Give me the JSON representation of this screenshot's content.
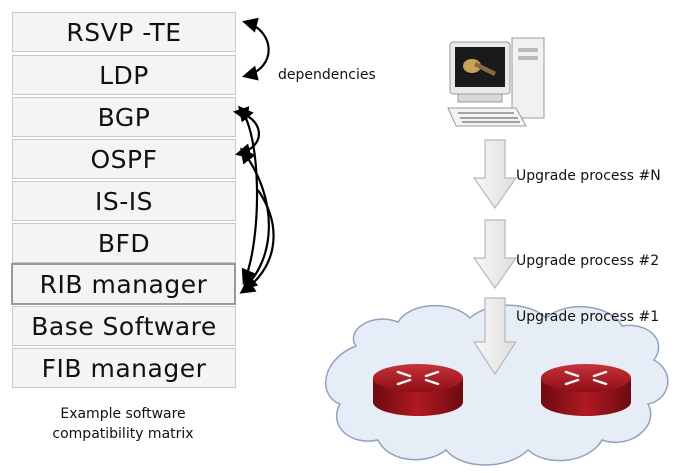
{
  "stack": {
    "layers": [
      {
        "label": "RSVP -TE"
      },
      {
        "label": "LDP"
      },
      {
        "label": "BGP"
      },
      {
        "label": "OSPF"
      },
      {
        "label": "IS-IS"
      },
      {
        "label": "BFD"
      },
      {
        "label": "RIB manager"
      },
      {
        "label": "Base Software"
      },
      {
        "label": "FIB manager"
      }
    ],
    "caption_line1": "Example software",
    "caption_line2": "compatibility matrix"
  },
  "dependencies_label": "dependencies",
  "upgrade": {
    "steps": [
      {
        "label": "Upgrade process #N"
      },
      {
        "label": "Upgrade process #2"
      },
      {
        "label": "Upgrade process #1"
      }
    ]
  },
  "colors": {
    "box_fill": "#f4f4f4",
    "box_border": "#c9c9c9",
    "arrow_fill": "#ececec",
    "router_red": "#a0141c",
    "cloud_fill": "#e6edf6"
  },
  "icons": [
    "computer-icon",
    "router-icon",
    "cloud-icon"
  ]
}
